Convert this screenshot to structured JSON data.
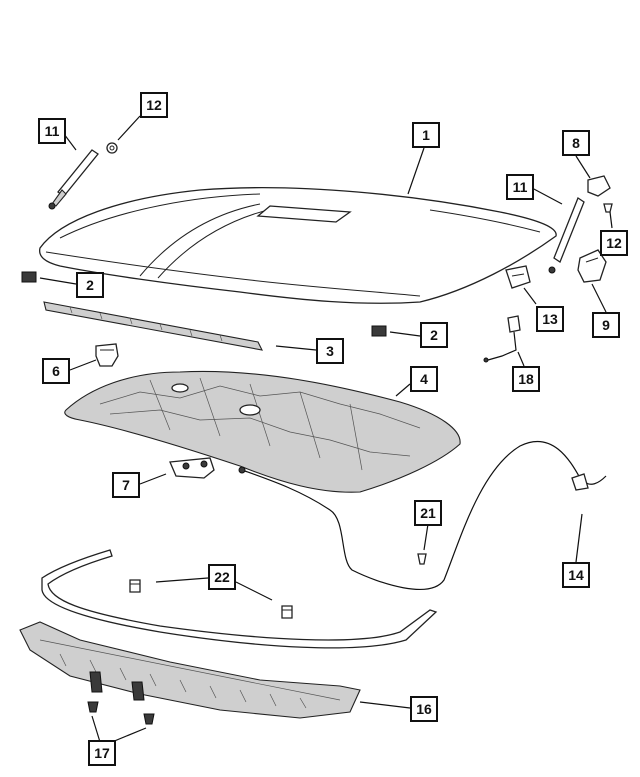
{
  "callouts": {
    "c1": "1",
    "c2a": "2",
    "c2b": "2",
    "c3": "3",
    "c4": "4",
    "c6": "6",
    "c7": "7",
    "c8": "8",
    "c9": "9",
    "c11a": "11",
    "c11b": "11",
    "c12a": "12",
    "c12b": "12",
    "c13": "13",
    "c14": "14",
    "c16": "16",
    "c17": "17",
    "c18": "18",
    "c21": "21",
    "c22": "22"
  }
}
